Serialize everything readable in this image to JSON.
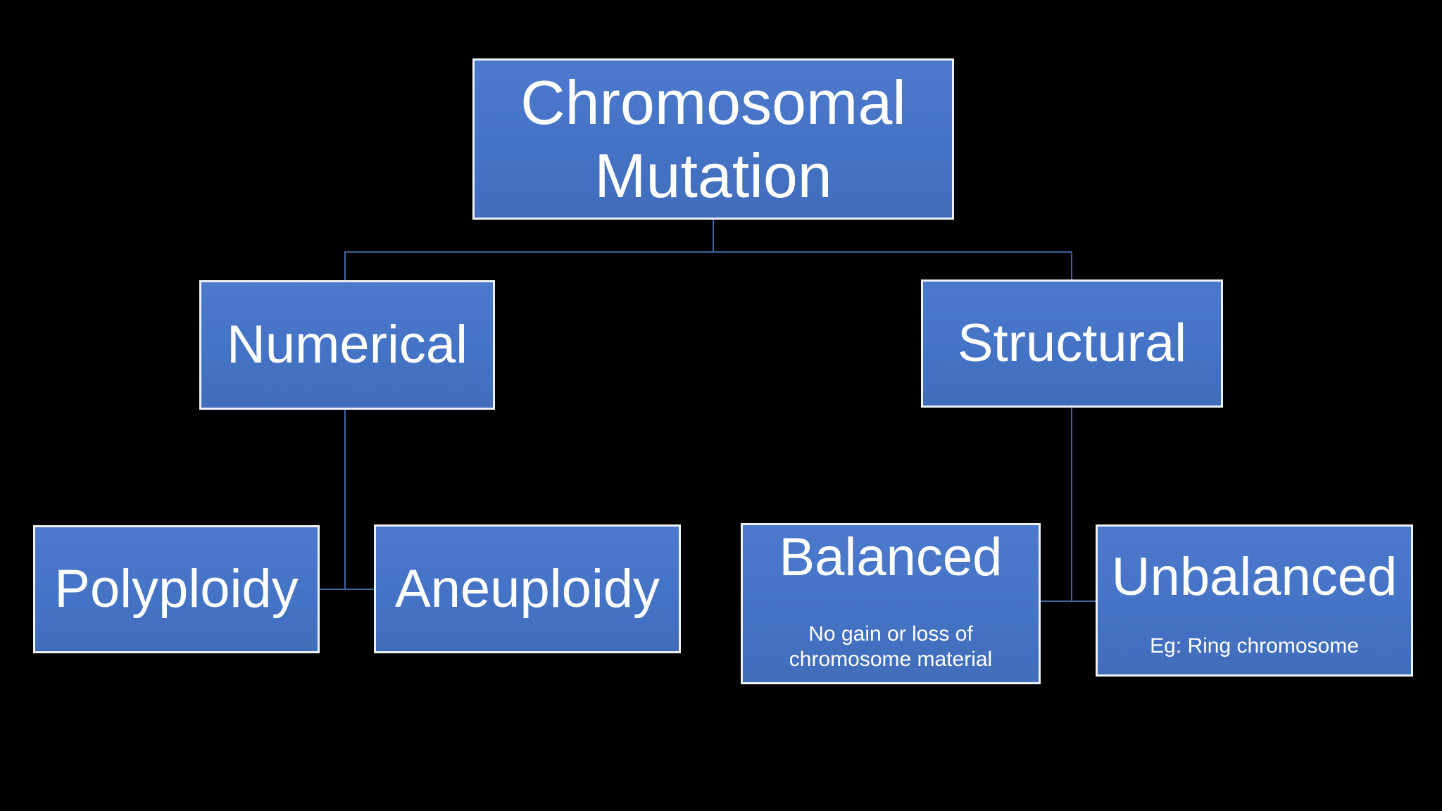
{
  "diagram": {
    "title": "Chromosomal Mutation classification diagram",
    "colors": {
      "background": "#000000",
      "box_fill": "#4472c4",
      "box_border": "#edf1f8",
      "connector": "#41639e",
      "text": "#ffffff"
    },
    "nodes": {
      "root": {
        "label": "Chromosomal\nMutation"
      },
      "numerical": {
        "label": "Numerical"
      },
      "structural": {
        "label": "Structural"
      },
      "polyploidy": {
        "label": "Polyploidy"
      },
      "aneuploidy": {
        "label": "Aneuploidy"
      },
      "balanced": {
        "label": "Balanced",
        "note": "No gain or loss of\nchromosome material"
      },
      "unbalanced": {
        "label": "Unbalanced",
        "note": "Eg: Ring chromosome"
      }
    },
    "edges": [
      [
        "root",
        "numerical"
      ],
      [
        "root",
        "structural"
      ],
      [
        "numerical",
        "polyploidy"
      ],
      [
        "numerical",
        "aneuploidy"
      ],
      [
        "structural",
        "balanced"
      ],
      [
        "structural",
        "unbalanced"
      ]
    ]
  }
}
